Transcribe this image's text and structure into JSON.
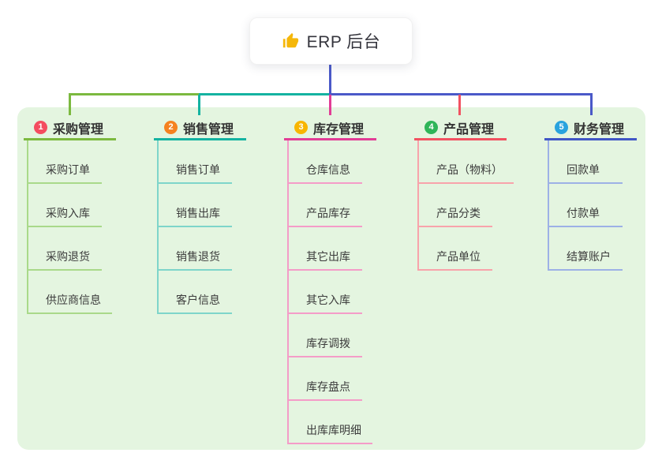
{
  "root": {
    "label": "ERP 后台",
    "icon": "thumbs-up-icon",
    "icon_color": "#f5b70a"
  },
  "connector": {
    "color": "#4a59c8"
  },
  "panel": {
    "bg": "#e4f5e0"
  },
  "branches": [
    {
      "num": "1",
      "label": "采购管理",
      "badge_color": "#f44d60",
      "line_color": "#7cb93f",
      "sub_line_color": "#a9d98a",
      "children": [
        "采购订单",
        "采购入库",
        "采购退货",
        "供应商信息"
      ]
    },
    {
      "num": "2",
      "label": "销售管理",
      "badge_color": "#f58220",
      "line_color": "#14b3a1",
      "sub_line_color": "#7ed5ca",
      "children": [
        "销售订单",
        "销售出库",
        "销售退货",
        "客户信息"
      ]
    },
    {
      "num": "3",
      "label": "库存管理",
      "badge_color": "#f8b500",
      "line_color": "#e23d96",
      "sub_line_color": "#f49cc8",
      "children": [
        "仓库信息",
        "产品库存",
        "其它出库",
        "其它入库",
        "库存调拨",
        "库存盘点",
        "出库库明细"
      ]
    },
    {
      "num": "4",
      "label": "产品管理",
      "badge_color": "#2fb558",
      "line_color": "#f25261",
      "sub_line_color": "#f8a3ab",
      "children": [
        "产品（物料）",
        "产品分类",
        "产品单位"
      ]
    },
    {
      "num": "5",
      "label": "财务管理",
      "badge_color": "#29a3de",
      "line_color": "#4156c6",
      "sub_line_color": "#9db1e6",
      "children": [
        "回款单",
        "付款单",
        "结算账户"
      ]
    }
  ]
}
